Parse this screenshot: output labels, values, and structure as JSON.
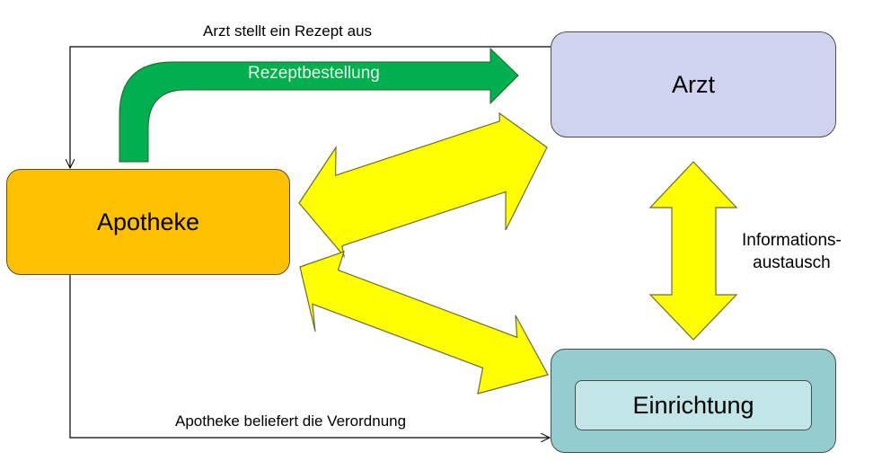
{
  "nodes": {
    "apotheke": "Apotheke",
    "arzt": "Arzt",
    "einrichtung": "Einrichtung"
  },
  "edges": {
    "arzt_to_apotheke": "Arzt stellt ein Rezept aus",
    "apotheke_to_einrichtung": "Apotheke beliefert die Verordnung",
    "rezeptbestellung": "Rezeptbestellung",
    "informationsaustausch_line1": "Informations-",
    "informationsaustausch_line2": "austausch"
  },
  "colors": {
    "apotheke": "#ffc000",
    "arzt": "#d0d3f0",
    "einrichtung_outer": "#93cdd0",
    "einrichtung_inner": "#c2e6e7",
    "green_arrow": "#00b050",
    "yellow_arrows": "#ffff00"
  }
}
